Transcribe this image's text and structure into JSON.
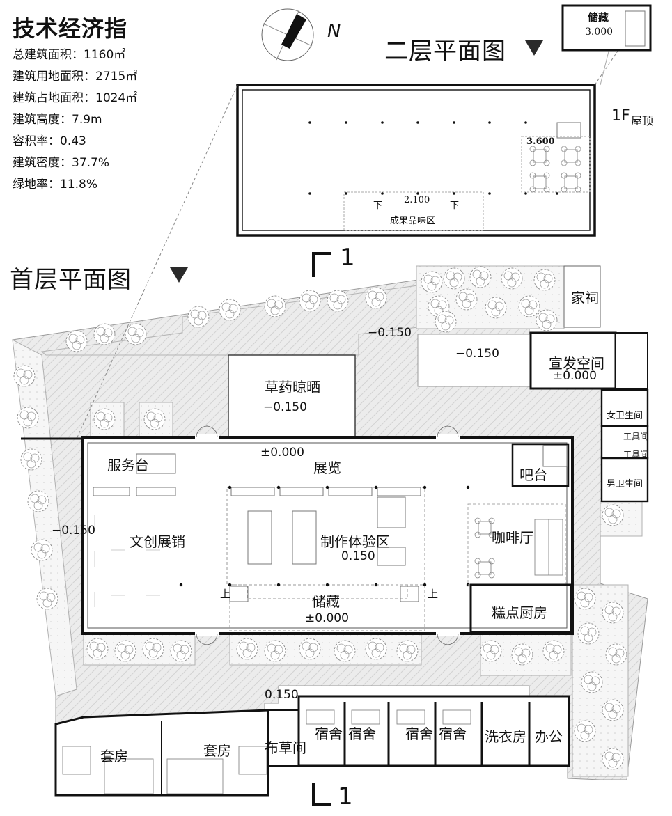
{
  "stats": {
    "title": "技术经济指",
    "items": [
      "总建筑面积：1160㎡",
      "建筑用地面积：2715㎡",
      "建筑占地面积：1024㎡",
      "建筑高度：7.9m",
      "容积率：0.43",
      "建筑密度：37.7%",
      "绿地率：11.8%"
    ]
  },
  "compass": {
    "label": "N"
  },
  "titles": {
    "second_floor": "二层平面图",
    "first_floor": "首层平面图"
  },
  "section": {
    "top": "1",
    "bottom": "1"
  },
  "storage_box": {
    "label": "储藏",
    "elev": "3.000"
  },
  "roof": {
    "label_f": "1F",
    "label_cn": "屋顶"
  },
  "second": {
    "elev_a": "3.600",
    "elev_b": "2.100",
    "down_a": "下",
    "down_b": "下",
    "area": "成果品味区"
  },
  "rooms": {
    "ancestral": "家祠",
    "promo": "宣发空间",
    "promo_elev": "±0.000",
    "herb": "草药晾晒",
    "herb_elev": "−0.150",
    "female_wc": "女卫生间",
    "tool1": "工具间",
    "tool2": "工具间",
    "male_wc": "男卫生间",
    "service": "服务台",
    "exhibit": "展览",
    "exhibit_elev": "±0.000",
    "bar": "吧台",
    "cafe": "咖啡厅",
    "creative": "文创展销",
    "workshop": "制作体验区",
    "workshop_elev": "0.150",
    "storage": "储藏",
    "storage_elev": "±0.000",
    "up_left": "上",
    "up_right": "上",
    "pastry": "糕点厨房",
    "suite1": "套房",
    "suite2": "套房",
    "linen": "布草间",
    "dorm1": "宿舍",
    "dorm2": "宿舍",
    "dorm3": "宿舍",
    "dorm4": "宿舍",
    "laundry": "洗衣房",
    "office": "办公"
  },
  "elevations": {
    "e1": "−0.150",
    "e2": "−0.150",
    "e3": "−0.150",
    "e4": "0.150"
  }
}
